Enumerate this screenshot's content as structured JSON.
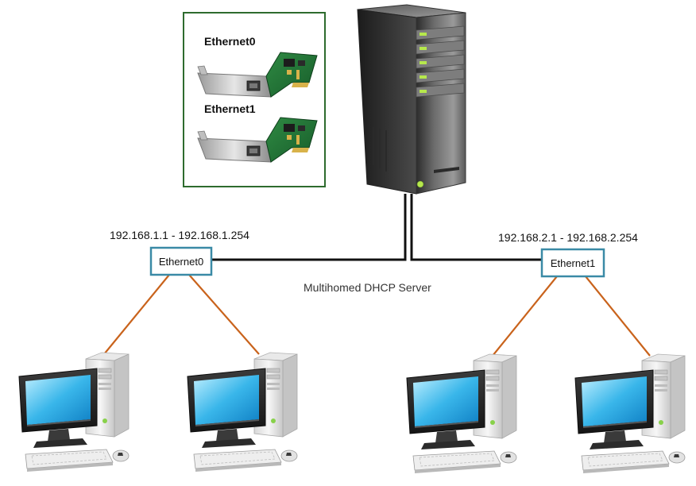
{
  "nic_panel": {
    "label_0": "Ethernet0",
    "label_1": "Ethernet1",
    "border_color": "#2e6b2e"
  },
  "server": {
    "caption": "Multihomed DHCP Server",
    "led_color": "#b6e84c"
  },
  "networks": {
    "left": {
      "range": "192.168.1.1 - 192.168.1.254",
      "interface": "Ethernet0"
    },
    "right": {
      "range": "192.168.2.1 - 192.168.2.254",
      "interface": "Ethernet1"
    }
  },
  "colors": {
    "switch_border": "#3a8aa6",
    "client_link": "#c9631c",
    "trunk_link": "#111111"
  }
}
